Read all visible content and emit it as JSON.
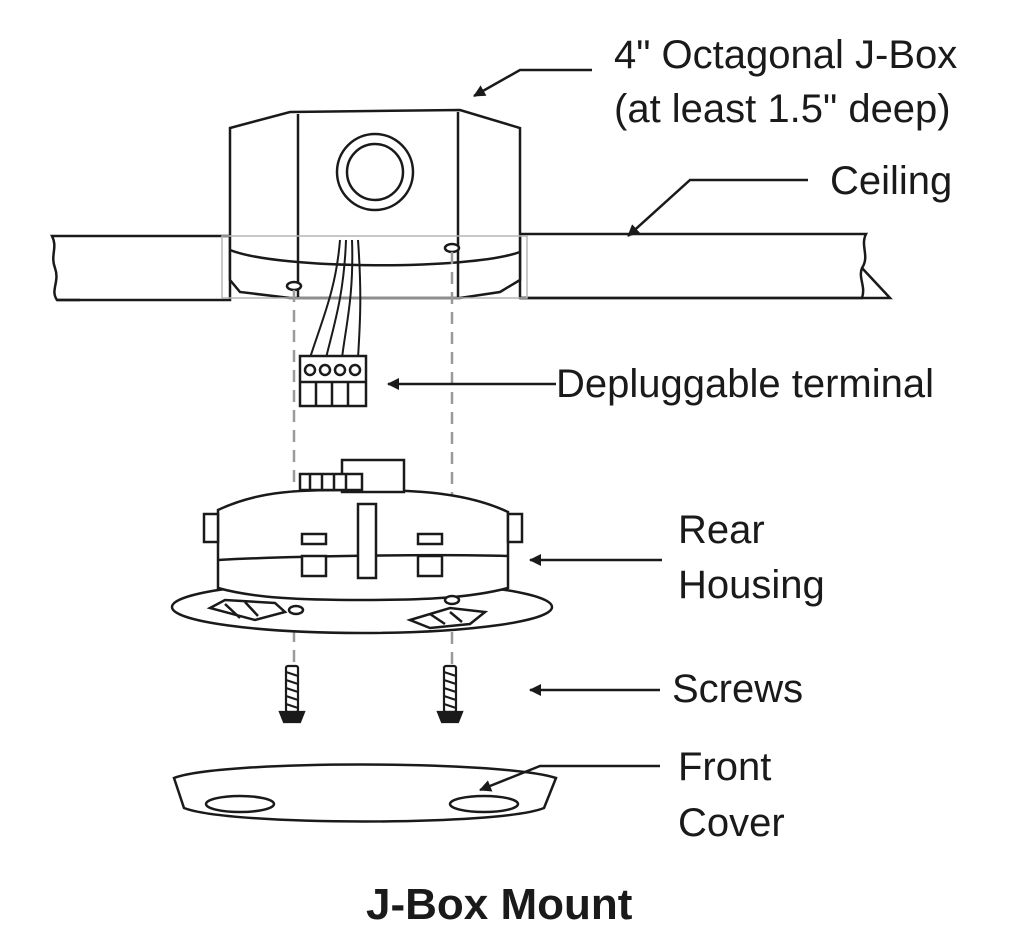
{
  "labels": {
    "jbox_line1": "4\" Octagonal J-Box",
    "jbox_line2": "(at least 1.5\" deep)",
    "ceiling": "Ceiling",
    "terminal": "Depluggable terminal",
    "rear_line1": "Rear",
    "rear_line2": "Housing",
    "screws": "Screws",
    "front_line1": "Front",
    "front_line2": "Cover"
  },
  "title": "J-Box Mount",
  "colors": {
    "ink": "#1a1a1a",
    "guide": "#9a9a9a"
  }
}
